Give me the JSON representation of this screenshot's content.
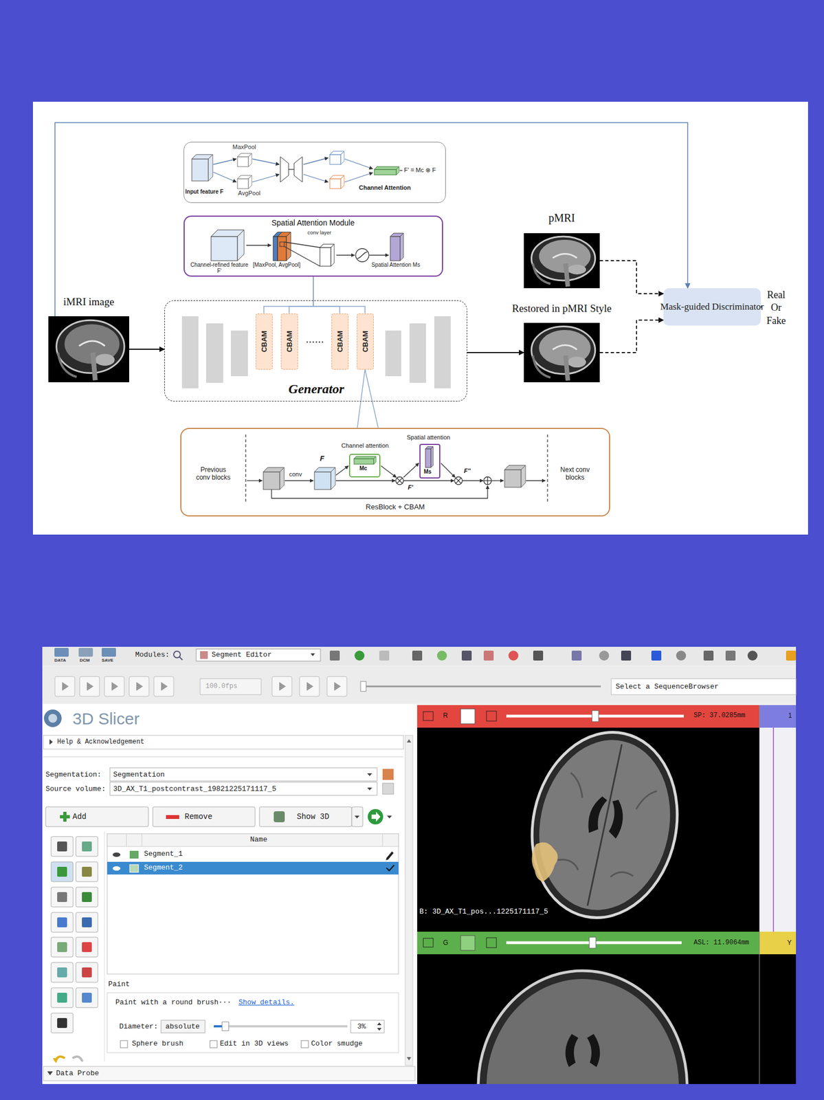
{
  "diagram": {
    "nodes": [
      {
        "text": [
          "Input feature F",
          "MaxPool",
          "AvgPool",
          "Channel Attention",
          "F' = Mc ⊗ F"
        ]
      },
      {
        "text": [
          "Spatial Attention Module",
          "Channel-refined feature F'",
          "[MaxPool, AvgPool]",
          "conv layer",
          "Spatial Attention Ms"
        ]
      },
      {
        "text": [
          "iMRI image"
        ]
      },
      {
        "text": [
          "Generator"
        ]
      },
      {
        "text": [
          "CBAM"
        ],
        "in": 3
      },
      {
        "text": [
          "CBAM"
        ],
        "in": 3
      },
      {
        "text": [
          "CBAM"
        ],
        "in": 3
      },
      {
        "text": [
          "CBAM"
        ],
        "in": 3
      },
      {
        "text": [
          "pMRI"
        ]
      },
      {
        "text": [
          "Restored in pMRI Style"
        ]
      },
      {
        "text": [
          "Mask-guided Discriminator"
        ]
      },
      {
        "text": [
          "Real Or Fake"
        ]
      },
      {
        "text": [
          "Previous conv blocks",
          "conv",
          "F",
          "Channel attention",
          "Mc",
          "F'",
          "Spatial attention",
          "Ms",
          "F''",
          "Next conv blocks",
          "ResBlock + CBAM"
        ]
      }
    ],
    "edges": [
      {
        "from": 2,
        "to": 3,
        "arrow": "to"
      },
      {
        "from": 3,
        "to": 9,
        "arrow": "to"
      },
      {
        "from": 2,
        "to": 10,
        "arrow": "to"
      },
      {
        "from": 8,
        "to": 10,
        "arrow": "to"
      },
      {
        "from": 9,
        "to": 10,
        "arrow": "to"
      },
      {
        "from": 10,
        "to": 11,
        "arrow": "to"
      },
      {
        "from": 1,
        "to": 4,
        "arrow": "none"
      },
      {
        "from": 1,
        "to": 5,
        "arrow": "none"
      },
      {
        "from": 1,
        "to": 6,
        "arrow": "none"
      },
      {
        "from": 1,
        "to": 7,
        "arrow": "none"
      },
      {
        "from": 7,
        "to": 12,
        "arrow": "none"
      }
    ],
    "labels": [
      "......",
      "DATA",
      "DCM",
      "SAVE",
      "Modules:",
      "Segment Editor",
      "100.0fps",
      "Select a SequenceBrowser",
      "3D Slicer",
      "Help & Acknowledgement",
      "Segmentation:",
      "Segmentation",
      "Source volume:",
      "3D_AX_T1_postcontrast_19821225171117_5",
      "Add",
      "Remove",
      "Show 3D",
      "Name",
      "Segment_1",
      "Segment_2",
      "Paint",
      "Paint with a round brush···",
      "Show details.",
      "Diameter:",
      "absolute",
      "3%",
      "Sphere brush",
      "Edit in 3D views",
      "Color smudge",
      "Data Probe",
      "R",
      "SP: 37.0285mm",
      "1",
      "B: 3D_AX_T1_pos...1225171117_5",
      "G",
      "ASL: 11.9064mm",
      "Y"
    ]
  }
}
